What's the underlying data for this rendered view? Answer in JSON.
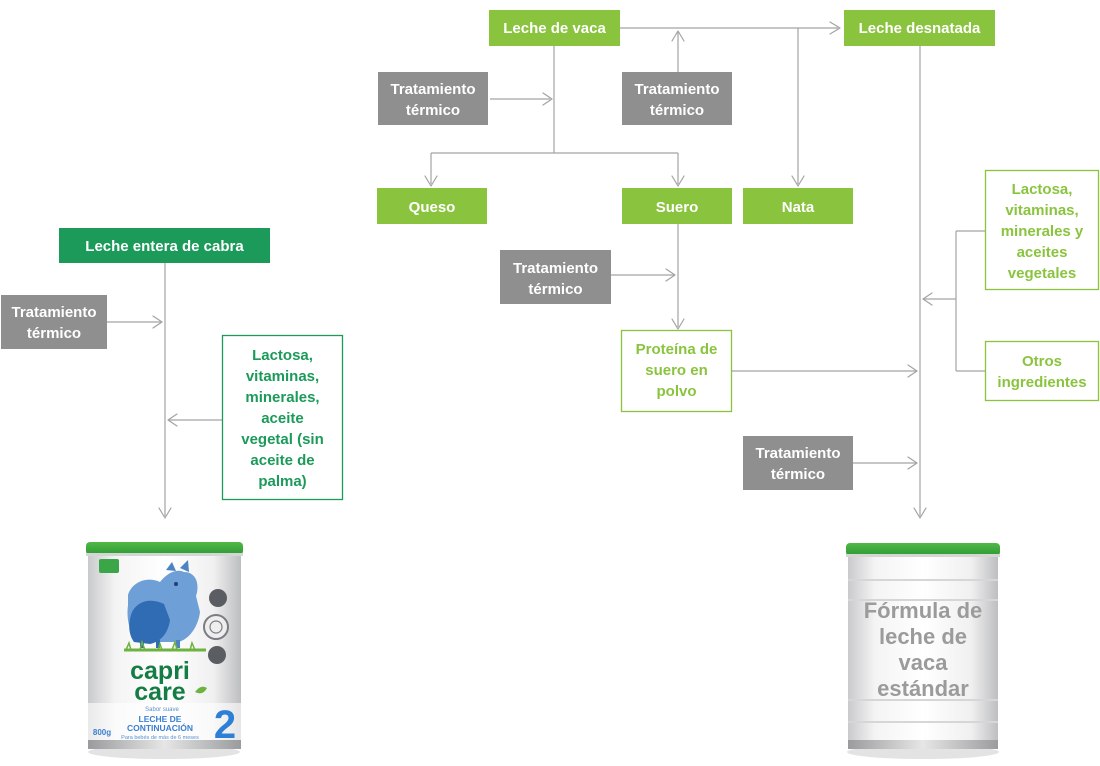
{
  "nodes": {
    "leche_vaca": "Leche de vaca",
    "leche_desnatada": "Leche desnatada",
    "queso": "Queso",
    "suero": "Suero",
    "nata": "Nata",
    "proteina": [
      "Proteína de",
      "suero en",
      "polvo"
    ],
    "lactosa_vaca": [
      "Lactosa,",
      "vitaminas,",
      "minerales y",
      "aceites",
      "vegetales"
    ],
    "otros": [
      "Otros",
      "ingredientes"
    ],
    "leche_cabra": "Leche entera de cabra",
    "lactosa_cabra": [
      "Lactosa,",
      "vitaminas,",
      "minerales,",
      "aceite",
      "vegetal (sin",
      "aceite de",
      "palma)"
    ]
  },
  "treatment": [
    "Tratamiento",
    "térmico"
  ],
  "capricare_can": {
    "brand_line1": "capri",
    "brand_line2": "care",
    "flavor": "Sabor suave",
    "product_line1": "LECHE DE",
    "product_line2": "CONTINUACIÓN",
    "subtitle": "Para bebés de más de 6 meses",
    "stage": "2",
    "weight": "800g"
  },
  "standard_can": [
    "Fórmula de",
    "leche de",
    "vaca",
    "estándar"
  ],
  "colors": {
    "gray_box": "#8f8f8f",
    "light_green": "#8ac43f",
    "dark_green": "#1b9a5a",
    "connector": "#a3a3a3"
  }
}
